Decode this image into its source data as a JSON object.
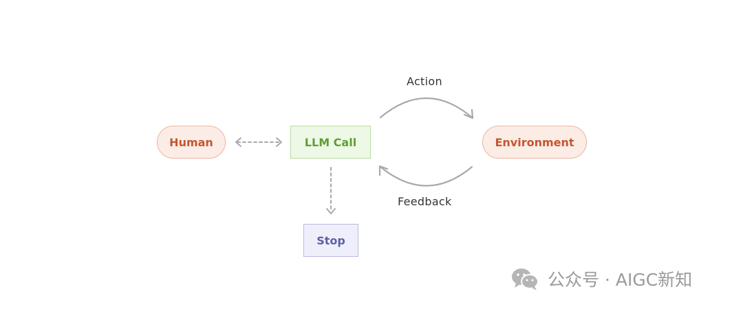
{
  "nodes": {
    "human": "Human",
    "llm_call": "LLM Call",
    "environment": "Environment",
    "stop": "Stop"
  },
  "edges": {
    "action": "Action",
    "feedback": "Feedback"
  },
  "watermark": {
    "text": "公众号 · AIGC新知",
    "icon": "wechat-icon"
  },
  "colors": {
    "human_env_fill": "#fbece6",
    "human_env_border": "#eab5a2",
    "human_env_text": "#c4572f",
    "llm_fill": "#eef8e6",
    "llm_border": "#b5dca0",
    "llm_text": "#5f9e36",
    "stop_fill": "#efeffb",
    "stop_border": "#b9b9e3",
    "stop_text": "#5d5fa5",
    "arrow": "#a8a8a8"
  }
}
